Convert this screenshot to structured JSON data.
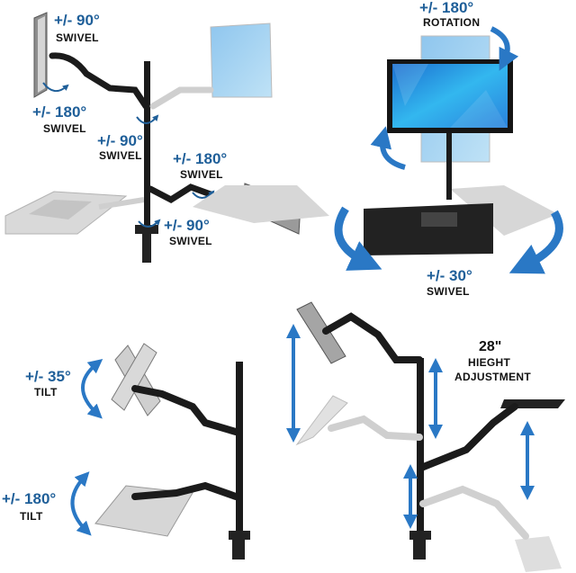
{
  "labels": {
    "q1_top_deg": "+/- 90°",
    "q1_top_kind": "SWIVEL",
    "q1_left_deg": "+/- 180°",
    "q1_left_kind": "SWIVEL",
    "q1_mid_deg": "+/- 90°",
    "q1_mid_kind": "SWIVEL",
    "q1_right_deg": "+/- 180°",
    "q1_right_kind": "SWIVEL",
    "q1_bottom_deg": "+/- 90°",
    "q1_bottom_kind": "SWIVEL",
    "q2_top_deg": "+/- 180°",
    "q2_top_kind": "ROTATION",
    "q2_bottom_deg": "+/- 30°",
    "q2_bottom_kind": "SWIVEL",
    "q3_top_deg": "+/- 35°",
    "q3_top_kind": "TILT",
    "q3_bottom_deg": "+/- 180°",
    "q3_bottom_kind": "TILT",
    "q4_height": "28\"",
    "q4_line1": "HIEGHT",
    "q4_line2": "ADJUSTMENT"
  },
  "colors": {
    "accent": "#1f5f99",
    "arrow": "#2a78c5",
    "screen": "#2a9de0",
    "metal": "#1b1b1b",
    "ghost": "#c8c8c8"
  }
}
